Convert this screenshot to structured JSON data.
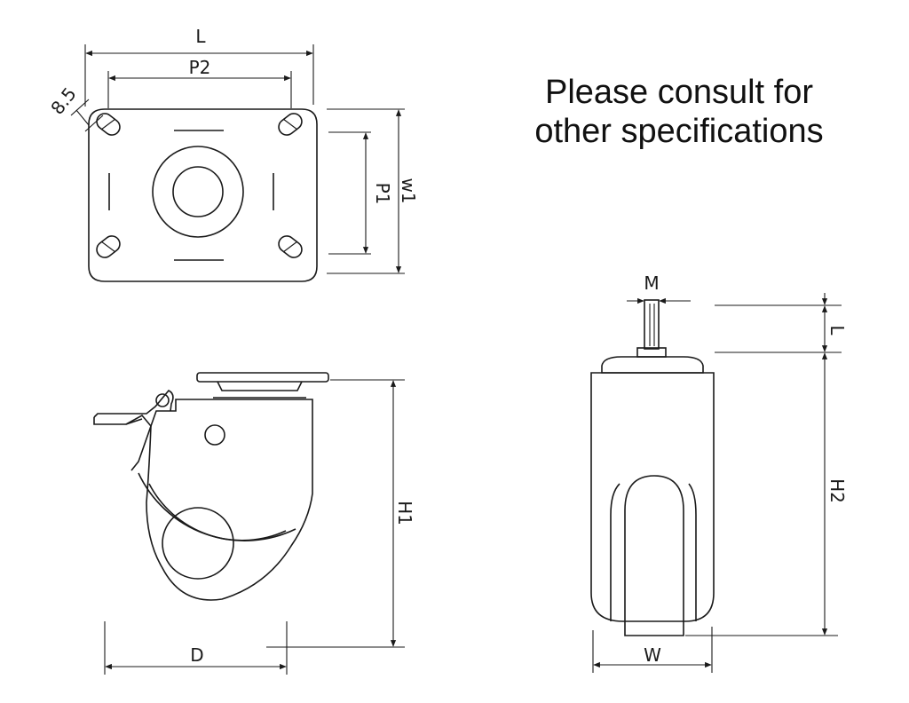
{
  "note": {
    "line1": "Please consult for",
    "line2": "other specifications"
  },
  "top_view": {
    "dim_L": "L",
    "dim_P2": "P2",
    "dim_hole": "8.5",
    "dim_P1": "P1",
    "dim_W1": "w1"
  },
  "side_view": {
    "dim_H1": "H1",
    "dim_D": "D"
  },
  "front_view": {
    "dim_M": "M",
    "dim_L": "L",
    "dim_H2": "H2",
    "dim_W": "W"
  }
}
